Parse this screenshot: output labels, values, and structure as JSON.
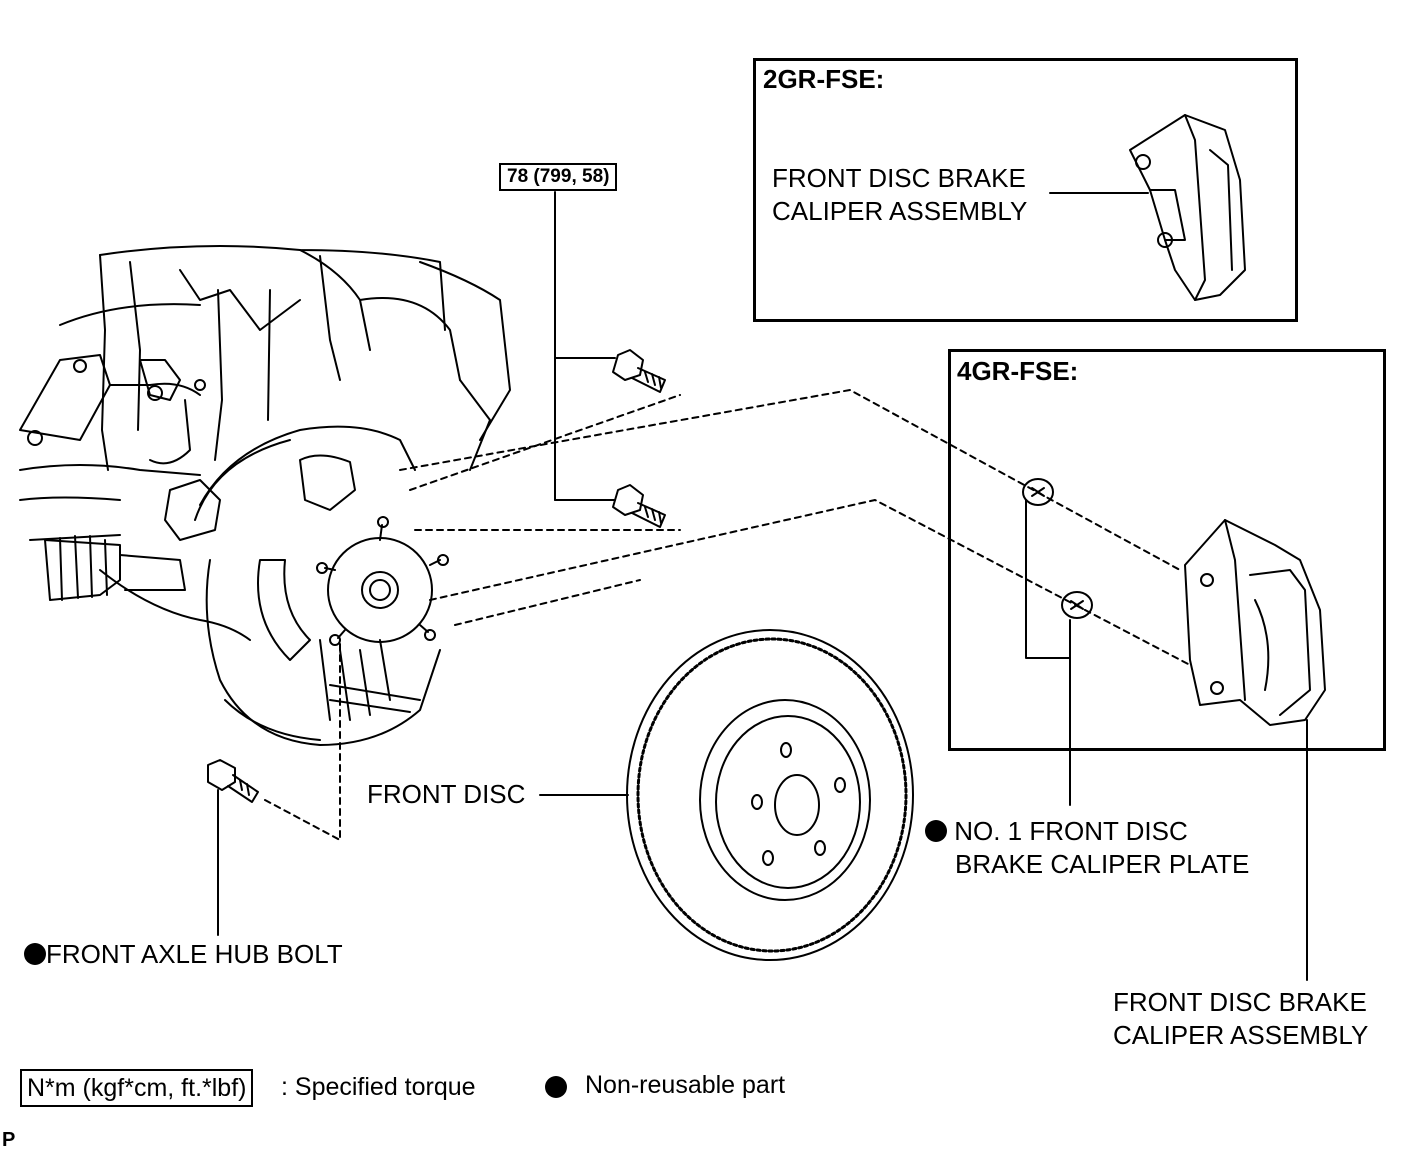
{
  "inset_2gr": {
    "title": "2GR-FSE:",
    "caliper_label_line1": "FRONT DISC BRAKE",
    "caliper_label_line2": "CALIPER ASSEMBLY"
  },
  "inset_4gr": {
    "title": "4GR-FSE:"
  },
  "torque_callout": "78 (799, 58)",
  "labels": {
    "front_disc": "FRONT DISC",
    "front_axle_hub_bolt": "FRONT AXLE HUB BOLT",
    "caliper_plate_line1": "NO. 1 FRONT DISC",
    "caliper_plate_line2": "BRAKE CALIPER PLATE",
    "caliper_main_line1": "FRONT DISC BRAKE",
    "caliper_main_line2": "CALIPER ASSEMBLY"
  },
  "legend": {
    "torque_unit": "N*m (kgf*cm, ft.*lbf)",
    "torque_desc": ": Specified torque",
    "nonreusable_desc": "Non-reusable part"
  },
  "corner_mark": "P"
}
